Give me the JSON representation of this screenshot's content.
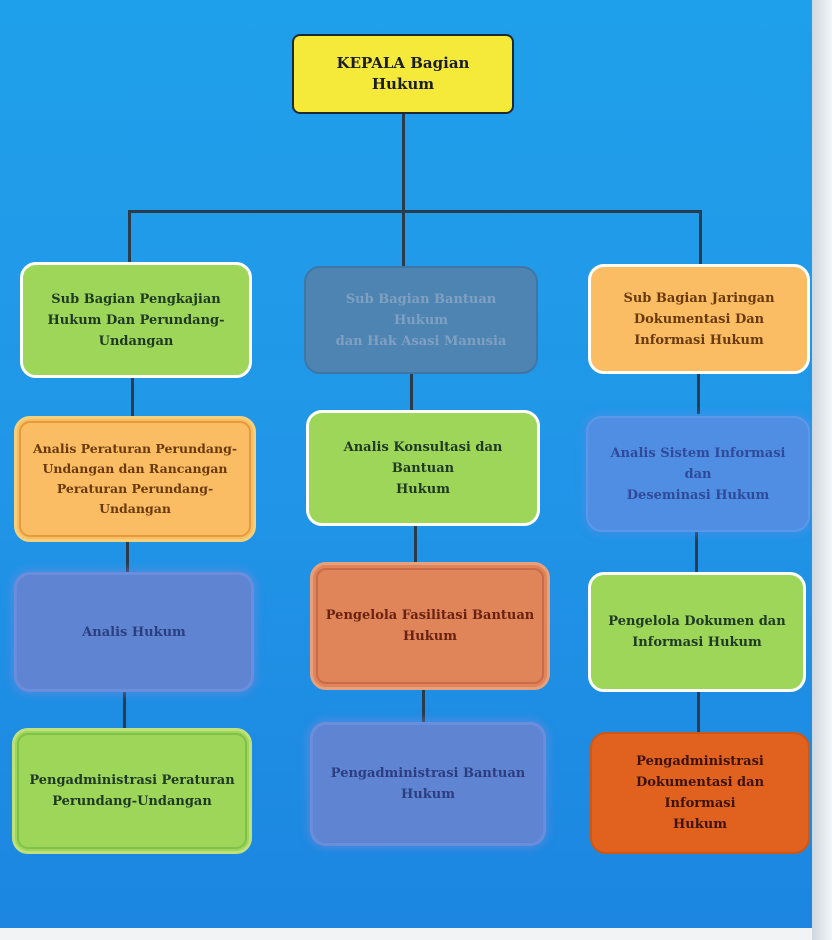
{
  "org_chart": {
    "head": {
      "label": "KEPALA Bagian Hukum"
    },
    "columns": [
      {
        "id": "left",
        "sub_bagian": "Sub Bagian Pengkajian\nHukum Dan Perundang-\nUndangan",
        "analis": "Analis Peraturan Perundang-\nUndangan dan Rancangan\nPeraturan Perundang-\nUndangan",
        "level3": "Analis Hukum",
        "level4": "Pengadministrasi Peraturan\nPerundang-Undangan"
      },
      {
        "id": "middle",
        "sub_bagian": "Sub Bagian Bantuan Hukum\ndan Hak Asasi Manusia",
        "analis": "Analis Konsultasi dan Bantuan\nHukum",
        "level3": "Pengelola Fasilitasi Bantuan\nHukum",
        "level4": "Pengadministrasi Bantuan\nHukum"
      },
      {
        "id": "right",
        "sub_bagian": "Sub Bagian Jaringan\nDokumentasi Dan\nInformasi Hukum",
        "analis": "Analis Sistem Informasi dan\nDeseminasi Hukum",
        "level3": "Pengelola Dokumen  dan\nInformasi Hukum",
        "level4": "Pengadministrasi\nDokumentasi dan Informasi\nHukum"
      }
    ]
  },
  "colors": {
    "background": "#1fa0ea",
    "yellow": "#f5e93a",
    "green": "#9ed65a",
    "orange": "#fbbd63",
    "blue_gray": "#4d84b2",
    "purple": "#5f85d2",
    "salmon": "#e0845a",
    "red_orange": "#e0621e",
    "connector": "#2a3b4c"
  }
}
